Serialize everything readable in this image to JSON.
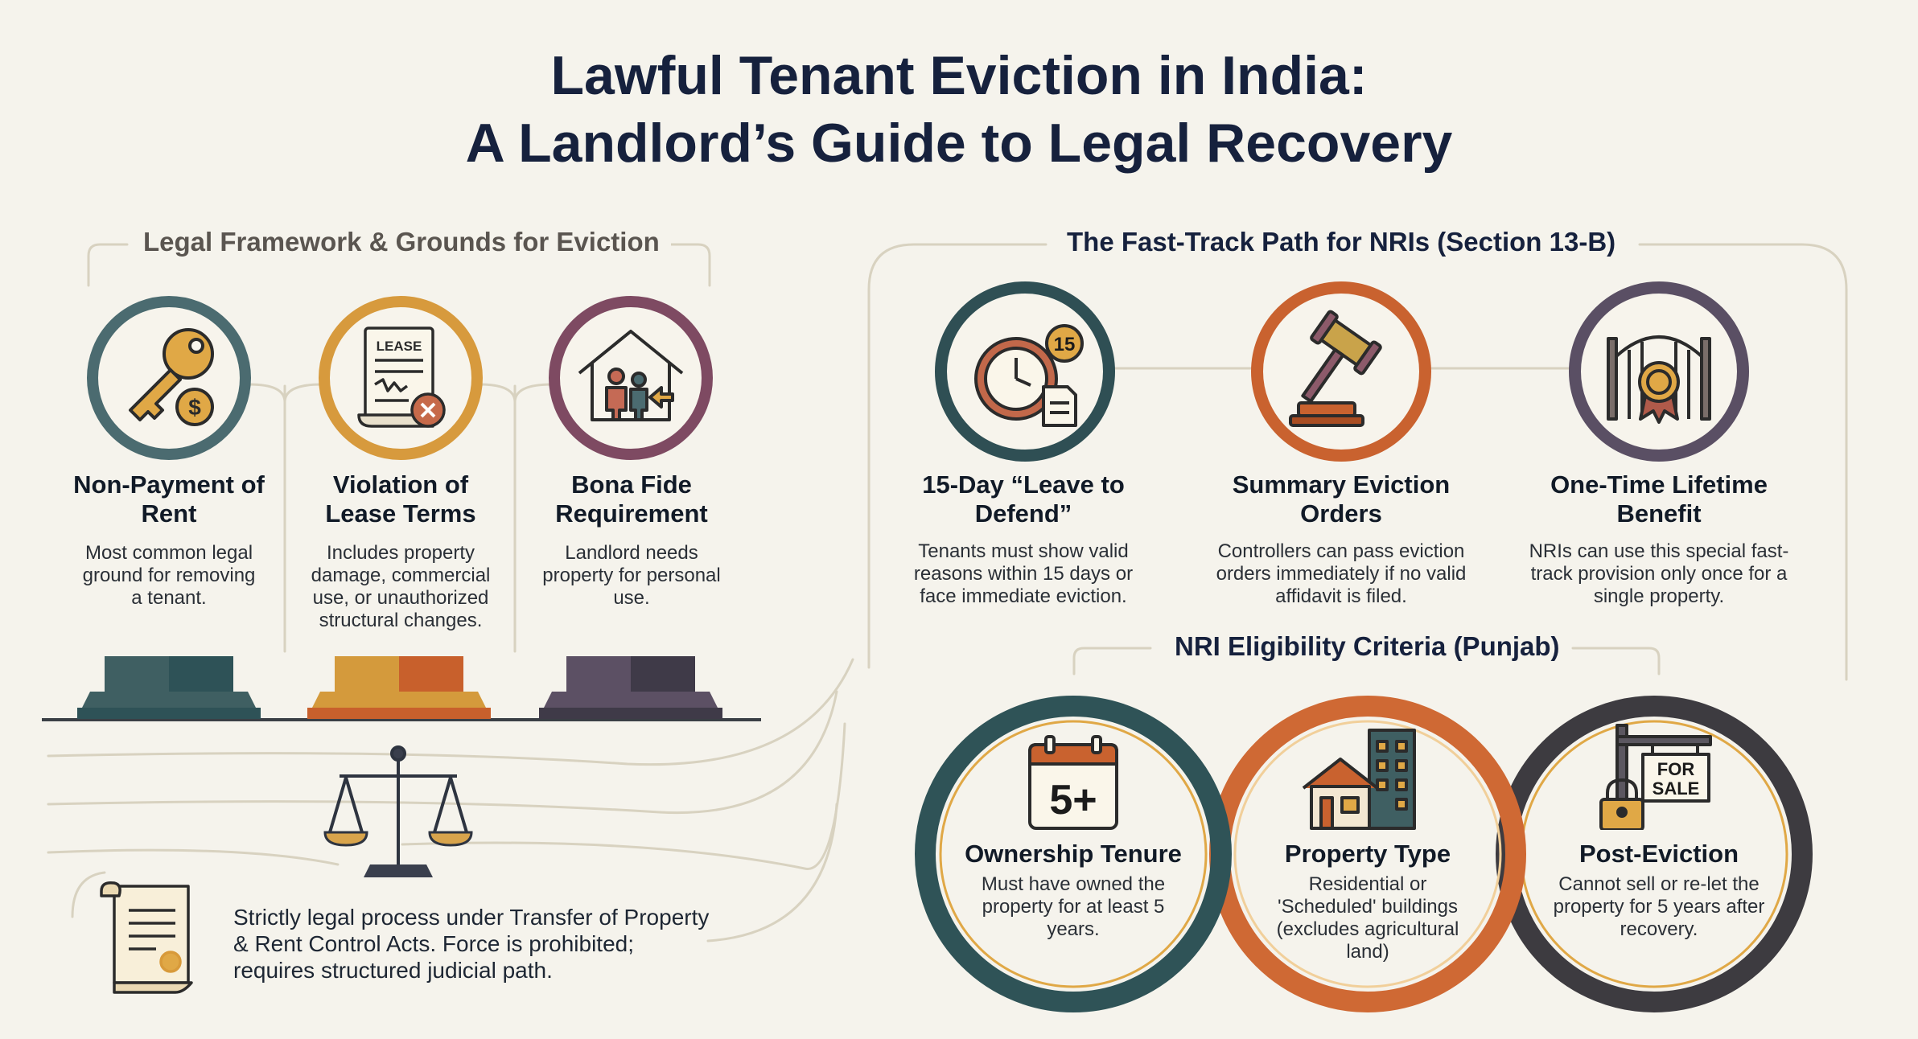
{
  "title": {
    "line1": "Lawful Tenant Eviction in India:",
    "line2": "A Landlord’s Guide to Legal Recovery"
  },
  "left_section": {
    "heading": "Legal Framework & Grounds for Eviction",
    "grounds": [
      {
        "title": "Non-Payment of Rent",
        "desc": "Most common legal ground for removing a tenant.",
        "icon": "key-dollar-icon",
        "color": "#4b6b70"
      },
      {
        "title": "Violation of Lease Terms",
        "desc": "Includes property damage, commercial use, or unauthorized structural changes.",
        "icon": "lease-document-icon",
        "icon_label": "LEASE",
        "color": "#d79a3d"
      },
      {
        "title": "Bona Fide Requirement",
        "desc": "Landlord needs property for personal use.",
        "icon": "house-family-icon",
        "color": "#7e4a62"
      }
    ],
    "note": "Strictly legal process under Transfer of Property & Rent Control Acts. Force is prohibited; requires structured judicial path."
  },
  "right_section": {
    "heading": "The Fast-Track Path for NRIs (Section 13-B)",
    "steps": [
      {
        "title": "15-Day “Leave to Defend”",
        "desc": "Tenants must show valid reasons within 15 days or face immediate eviction.",
        "icon": "clock-document-icon",
        "badge": "15",
        "color": "#2f4f54"
      },
      {
        "title": "Summary Eviction Orders",
        "desc": "Controllers can pass eviction orders immediately if no valid affidavit is filed.",
        "icon": "gavel-icon",
        "color": "#c9622f"
      },
      {
        "title": "One-Time Lifetime Benefit",
        "desc": "NRIs can use this special fast-track provision only once for a single property.",
        "icon": "gate-seal-icon",
        "color": "#5a4f64"
      }
    ],
    "eligibility": {
      "heading": "NRI Eligibility Criteria (Punjab)",
      "items": [
        {
          "title": "Ownership Tenure",
          "desc": "Must have owned the property for at least 5 years.",
          "icon": "calendar-5plus-icon",
          "icon_label": "5+",
          "color": "#2f5357"
        },
        {
          "title": "Property Type",
          "desc": "Residential or 'Scheduled' buildings (excludes agricultural land)",
          "icon": "buildings-icon",
          "color": "#cf6934"
        },
        {
          "title": "Post-Eviction",
          "desc": "Cannot sell or re-let the property for 5 years after recovery.",
          "icon": "for-sale-sign-icon",
          "icon_label": "FOR SALE",
          "color": "#3d3b40"
        }
      ]
    }
  }
}
